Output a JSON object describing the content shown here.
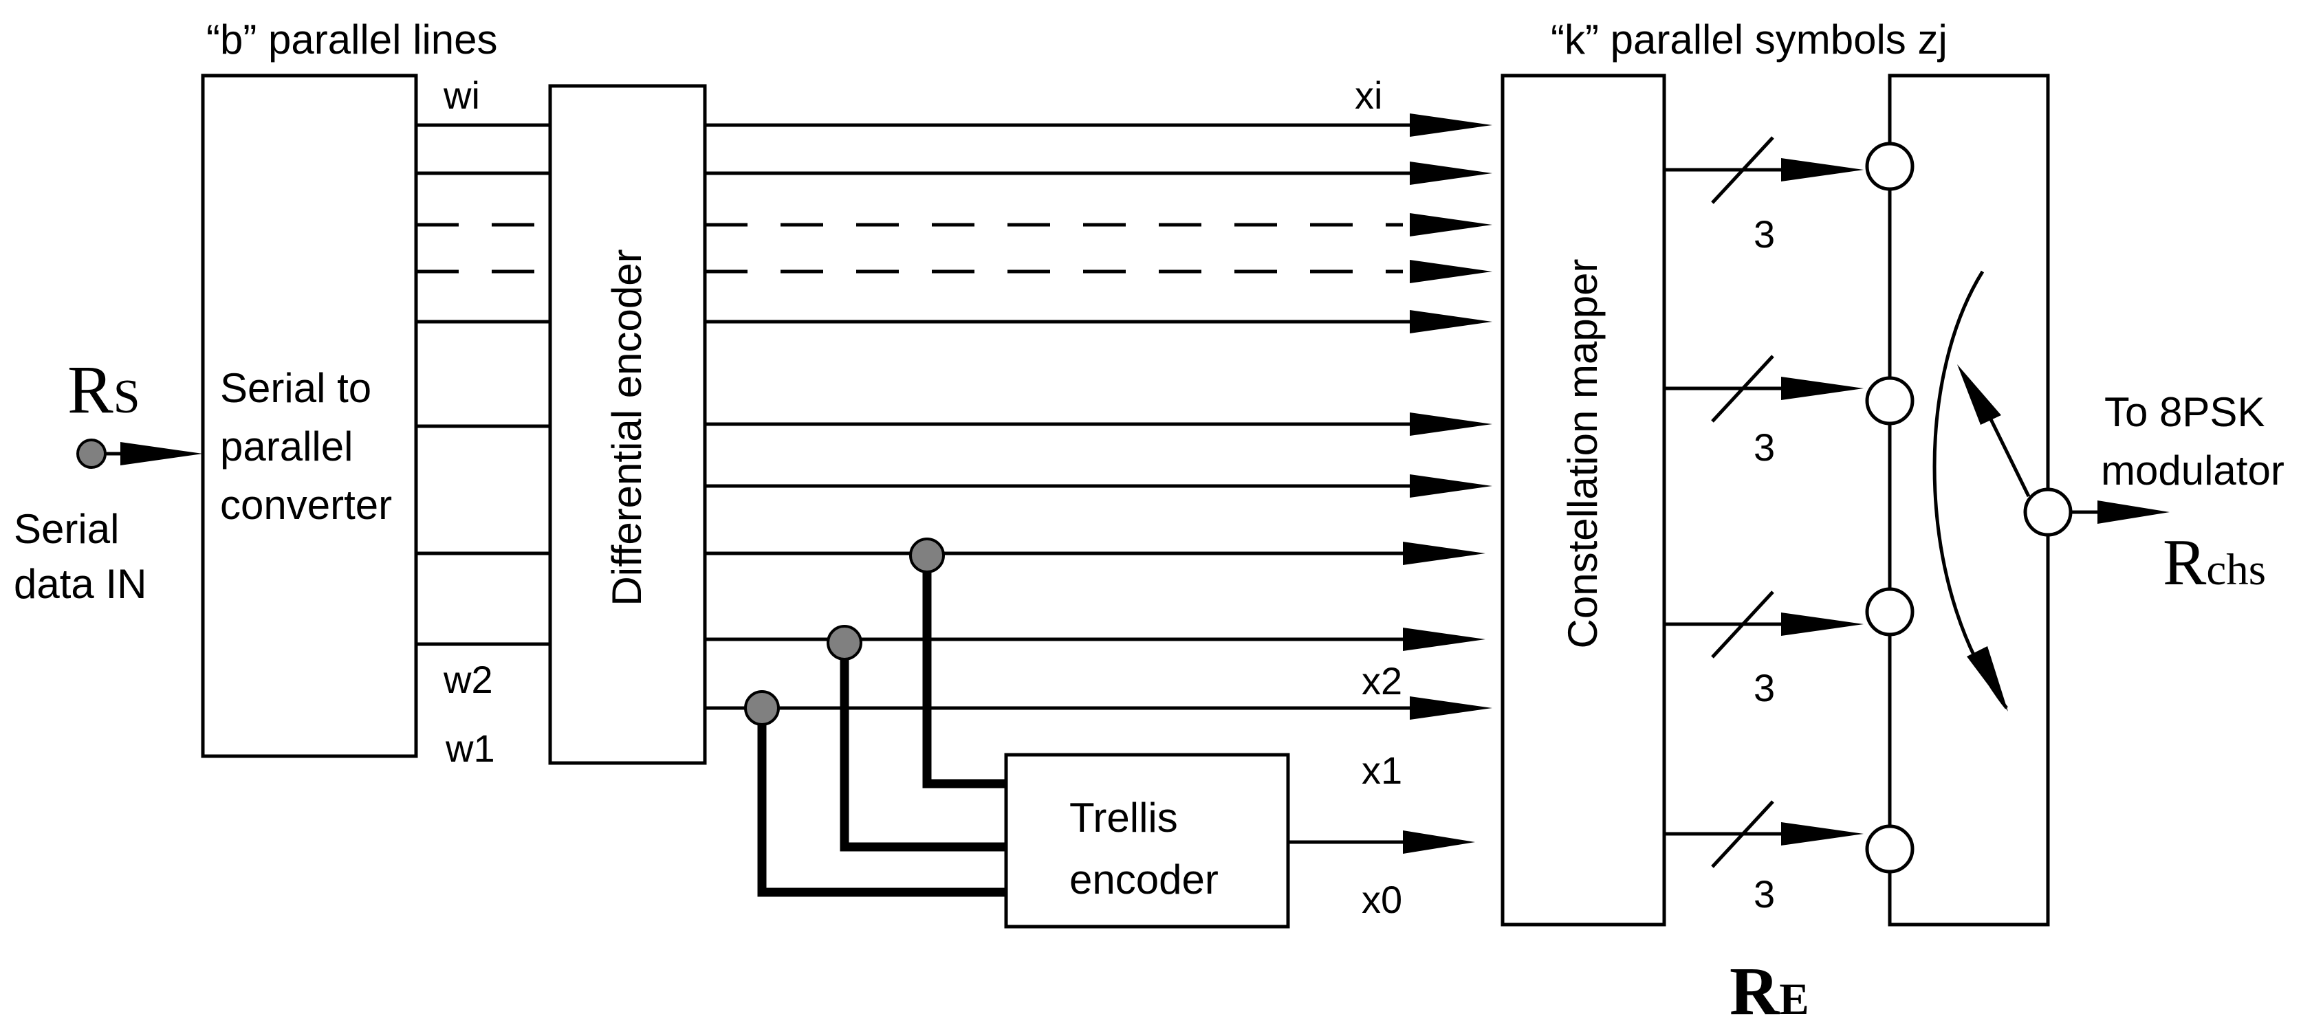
{
  "labels": {
    "b_parallel_lines": "“b” parallel lines",
    "k_parallel_symbols": "“k” parallel symbols zj",
    "rs_main": "R",
    "rs_sub": "S",
    "serial_in_line1": "Serial",
    "serial_in_line2": "data IN",
    "wi": "wi",
    "w2": "w2",
    "w1": "w1",
    "xi": "xi",
    "x2": "x2",
    "x1": "x1",
    "x0": "x0",
    "to_mod_line1": "To 8PSK",
    "to_mod_line2": "modulator",
    "rchs_main": "R",
    "rchs_sub": "chs",
    "re_main": "R",
    "re_sub": "E"
  },
  "blocks": {
    "serial_to_parallel": [
      "Serial to",
      "parallel",
      "converter"
    ],
    "differential_encoder": "Differential  encoder",
    "trellis_encoder": [
      "Trellis",
      "encoder"
    ],
    "constellation_mapper": "Constellation  mapper"
  },
  "bit_widths": [
    "3",
    "3",
    "3",
    "3"
  ]
}
